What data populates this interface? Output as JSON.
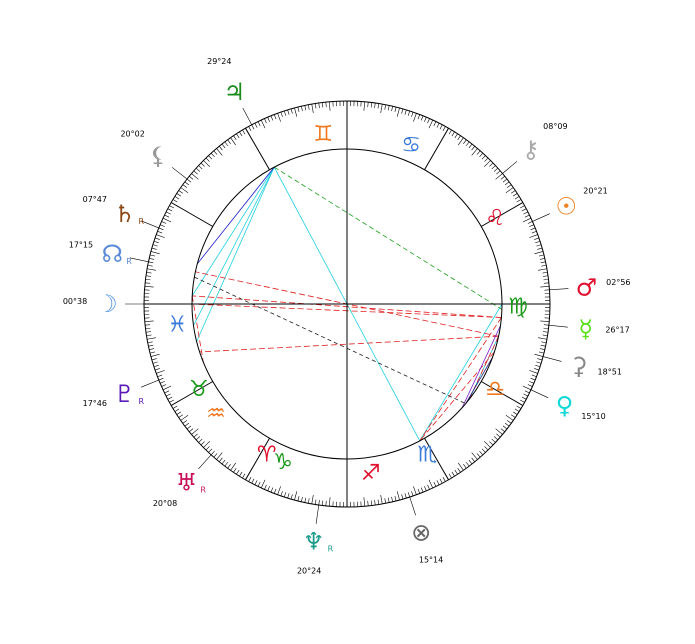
{
  "wheel": {
    "sign_glyphs": [
      "♈",
      "♉",
      "♊",
      "♋",
      "♌",
      "♍",
      "♎",
      "♏",
      "♐",
      "♑",
      "♒",
      "♓"
    ],
    "sign_colors": [
      "#e0102e",
      "#1a9a1a",
      "#f07820",
      "#3a7ad8",
      "#e0102e",
      "#1a9a1a",
      "#f07820",
      "#3a7ad8",
      "#e0102e",
      "#1a9a1a",
      "#f07820",
      "#3a7ad8"
    ],
    "sign_angles": [
      62,
      30,
      -82,
      -112,
      -150,
      -181,
      -210,
      -242,
      -262,
      -292,
      -320,
      -353
    ],
    "rx_marker": "R"
  },
  "planets": [
    {
      "id": "jupiter",
      "icon": "jupiter-icon",
      "glyph": "♃",
      "color": "#1a8a1a",
      "degree": "29°24",
      "angle": -62,
      "rx": false
    },
    {
      "id": "lilith",
      "icon": "black-moon-lilith-icon",
      "glyph": "⚸",
      "color": "#999999",
      "degree": "20°02",
      "angle": -38,
      "rx": false
    },
    {
      "id": "saturn",
      "icon": "saturn-icon",
      "glyph": "♄",
      "color": "#8b4513",
      "degree": "07°47",
      "angle": -22,
      "rx": true
    },
    {
      "id": "node",
      "icon": "north-node-icon",
      "glyph": "☊",
      "color": "#5a8ad8",
      "degree": "17°15",
      "angle": -12,
      "rx": true
    },
    {
      "id": "moon",
      "icon": "moon-icon",
      "glyph": "☽",
      "color": "#5a9ae8",
      "degree": "00°38",
      "angle": 0,
      "rx": false
    },
    {
      "id": "pluto",
      "icon": "pluto-icon",
      "glyph": "♇",
      "color": "#5a1ab8",
      "degree": "17°46",
      "angle": 22,
      "rx": true
    },
    {
      "id": "uranus",
      "icon": "uranus-icon",
      "glyph": "♅",
      "color": "#c8105a",
      "degree": "20°08",
      "angle": 48,
      "rx": true
    },
    {
      "id": "neptune",
      "icon": "neptune-icon",
      "glyph": "♆",
      "color": "#1a9a8a",
      "degree": "20°24",
      "angle": 82,
      "rx": true
    },
    {
      "id": "fortune",
      "icon": "part-of-fortune-icon",
      "glyph": "⊗",
      "color": "#666666",
      "degree": "15°14",
      "angle": 108,
      "rx": false
    },
    {
      "id": "venus",
      "icon": "venus-icon",
      "glyph": "♀",
      "color": "#10d8d8",
      "degree": "15°10",
      "angle": 155,
      "rx": false
    },
    {
      "id": "chiron_rx",
      "icon": "chiron-icon",
      "glyph": "⚳",
      "color": "#888888",
      "degree": "18°51",
      "angle": 165,
      "rx": false
    },
    {
      "id": "mercury",
      "icon": "mercury-icon",
      "glyph": "☿",
      "color": "#5ae01a",
      "degree": "26°17",
      "angle": 174,
      "rx": false
    },
    {
      "id": "mars",
      "icon": "mars-icon",
      "glyph": "♂",
      "color": "#e0102e",
      "degree": "02°56",
      "angle": 184,
      "rx": false
    },
    {
      "id": "sun",
      "icon": "sun-icon",
      "glyph": "☉",
      "color": "#f08020",
      "degree": "20°21",
      "angle": 204,
      "rx": false
    },
    {
      "id": "chiron",
      "icon": "chiron-key-icon",
      "glyph": "⚷",
      "color": "#aaaaaa",
      "degree": "08°09",
      "angle": 220,
      "rx": false
    }
  ]
}
